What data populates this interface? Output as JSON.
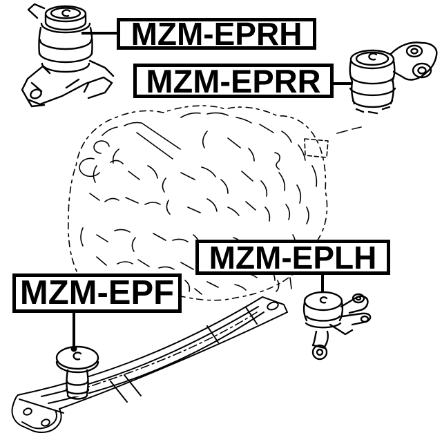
{
  "canvas": {
    "description": "Engine mounting parts line-art diagram",
    "paper_color": "#ffffff",
    "ink_color": "#000000"
  },
  "labels": {
    "eprh": "MZM-EPRH",
    "eprr": "MZM-EPRR",
    "eplh": "MZM-EPLH",
    "epf": "MZM-EPF"
  }
}
